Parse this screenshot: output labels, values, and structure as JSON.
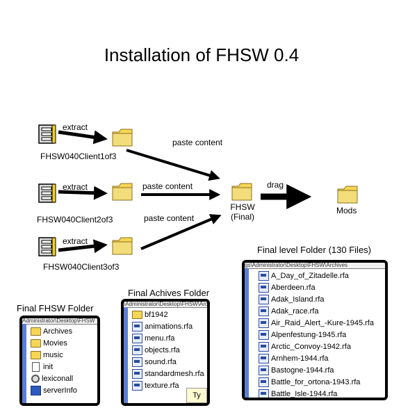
{
  "title": "Installation of FHSW 0.4",
  "archives": [
    {
      "extract_label": "extract",
      "name": "FHSW040Client1of3"
    },
    {
      "extract_label": "extract",
      "name": "FHSW040Client2of3"
    },
    {
      "extract_label": "extract",
      "name": "FHSW040Client3of3"
    }
  ],
  "paste_labels": [
    "paste content",
    "paste content",
    "paste content"
  ],
  "final_folder": {
    "line1": "FHSW",
    "line2": "(Final)"
  },
  "drag_label": "drag",
  "mods_label": "Mods",
  "panels": {
    "fhsw": {
      "caption": "Final FHSW Folder",
      "path": "Administrator\\Desktop\\FHSW",
      "items": [
        {
          "icon": "folder-icon",
          "label": "Archives"
        },
        {
          "icon": "folder-icon",
          "label": "Movies"
        },
        {
          "icon": "folder-icon",
          "label": "music"
        },
        {
          "icon": "document-icon",
          "label": "init"
        },
        {
          "icon": "gear-icon",
          "label": "lexiconall"
        },
        {
          "icon": "application-icon",
          "label": "serverInfo"
        }
      ]
    },
    "archives": {
      "caption": "Final Achives Folder",
      "path": "\\Administrator\\Desktop\\FHSW\\Archives",
      "items": [
        {
          "icon": "folder-icon",
          "label": "bf1942"
        },
        {
          "icon": "rfa-file-icon",
          "label": "animations.rfa"
        },
        {
          "icon": "rfa-file-icon",
          "label": "menu.rfa"
        },
        {
          "icon": "rfa-file-icon",
          "label": "objects.rfa"
        },
        {
          "icon": "rfa-file-icon",
          "label": "sound.rfa"
        },
        {
          "icon": "rfa-file-icon",
          "label": "standardmesh.rfa"
        },
        {
          "icon": "rfa-file-icon",
          "label": "texture.rfa"
        }
      ],
      "tooltip": "Ty"
    },
    "levels": {
      "caption": "Final level Folder (130 Files)",
      "path": "gs\\Administrator\\Desktop\\FHSW\\Archives",
      "items": [
        {
          "icon": "rfa-file-icon",
          "label": "A_Day_of_Zitadelle.rfa"
        },
        {
          "icon": "rfa-file-icon",
          "label": "Aberdeen.rfa"
        },
        {
          "icon": "rfa-file-icon",
          "label": "Adak_Island.rfa"
        },
        {
          "icon": "rfa-file-icon",
          "label": "Adak_race.rfa"
        },
        {
          "icon": "rfa-file-icon",
          "label": "Air_Raid_Alert_-Kure-1945.rfa"
        },
        {
          "icon": "rfa-file-icon",
          "label": "Alpenfestung-1945.rfa"
        },
        {
          "icon": "rfa-file-icon",
          "label": "Arctic_Convoy-1942.rfa"
        },
        {
          "icon": "rfa-file-icon",
          "label": "Arnhem-1944.rfa"
        },
        {
          "icon": "rfa-file-icon",
          "label": "Bastogne-1944.rfa"
        },
        {
          "icon": "rfa-file-icon",
          "label": "Battle_for_ortona-1943.rfa"
        },
        {
          "icon": "rfa-file-icon",
          "label": "Battle_Isle-1944.rfa"
        }
      ]
    }
  },
  "colors": {
    "folder": "#f6d654",
    "folder_stroke": "#8a7020",
    "panel_strip": "#5a7fd6",
    "arrow": "#000000"
  }
}
